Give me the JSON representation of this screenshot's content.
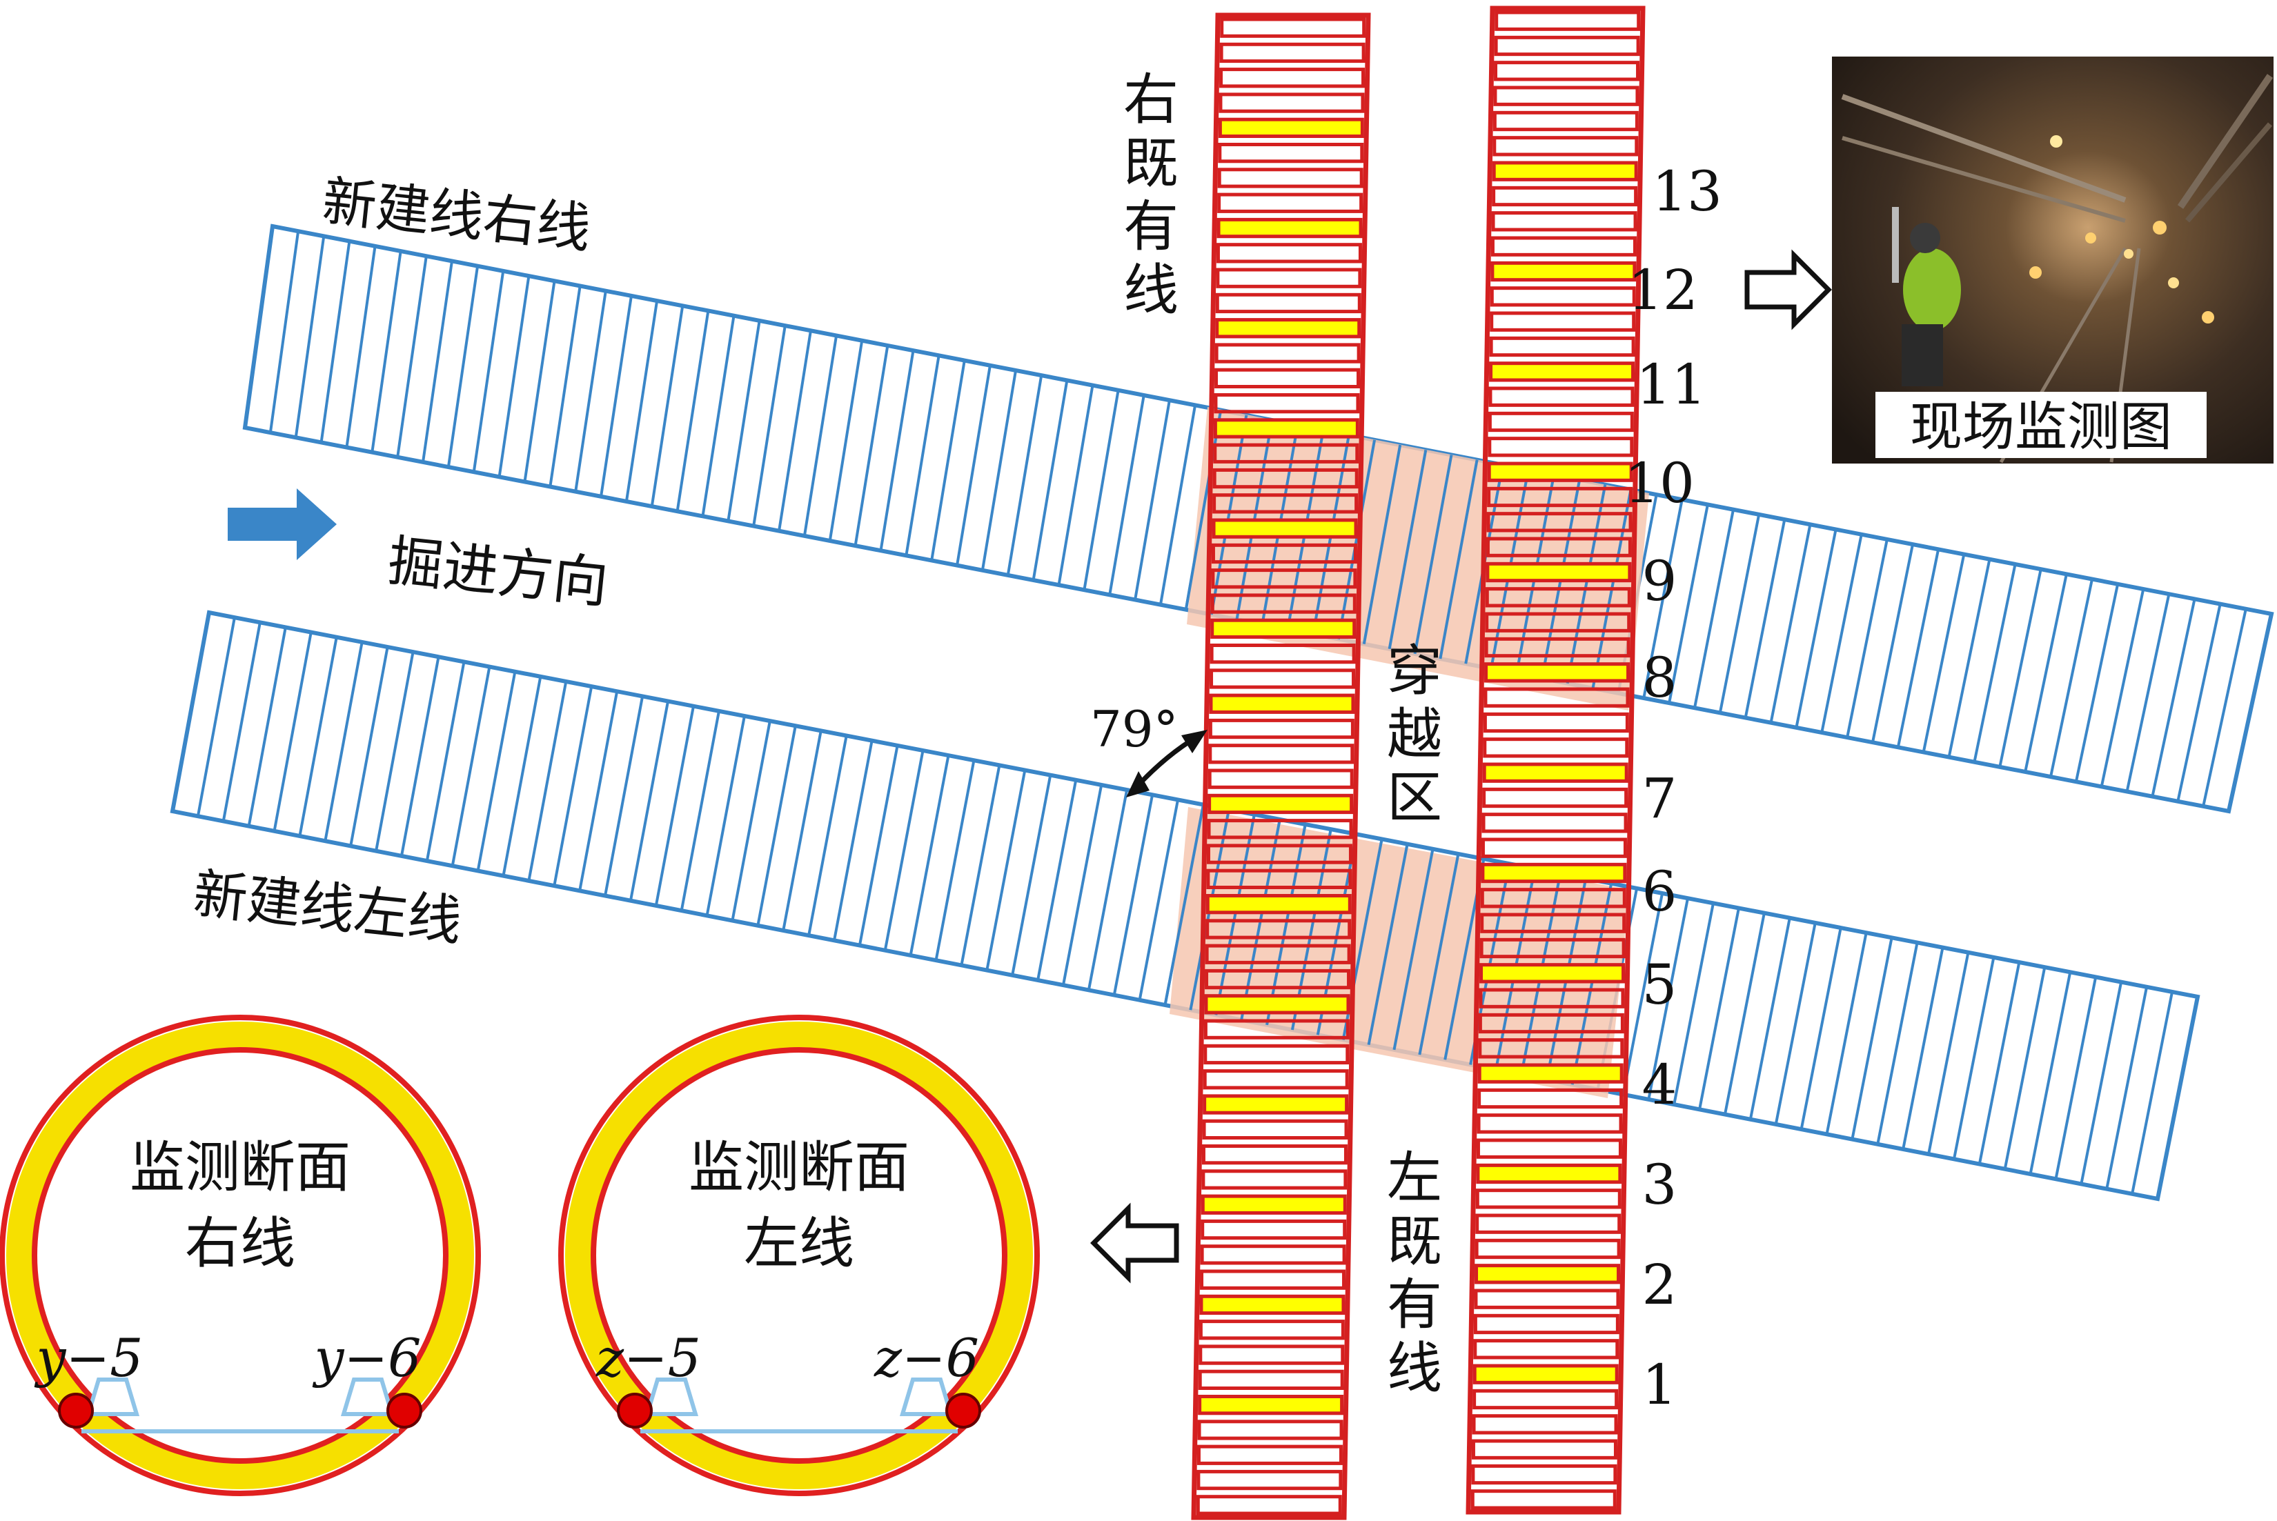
{
  "labels": {
    "new_right_line": "新建线右线",
    "new_left_line": "新建线左线",
    "excavation_direction": "掘进方向",
    "existing_right_line": "右既有线",
    "existing_left_line": "左既有线",
    "crossing_zone": "穿越区",
    "angle": "79°",
    "site_photo_caption": "现场监测图"
  },
  "section_markers": [
    "13",
    "12",
    "11",
    "10",
    "9",
    "8",
    "7",
    "6",
    "5",
    "4",
    "3",
    "2",
    "1"
  ],
  "monitoring_sections": {
    "right": {
      "title_line1": "监测断面",
      "title_line2": "右线",
      "point_left": "y−5",
      "point_right": "y−6"
    },
    "left": {
      "title_line1": "监测断面",
      "title_line2": "左线",
      "point_left": "z−5",
      "point_right": "z−6"
    }
  },
  "colors": {
    "new_line_stroke": "#3a86c8",
    "existing_line_stroke": "#d42020",
    "monitored_ring_fill": "#ffff00",
    "crossing_fill": "#f6c7b0",
    "direction_arrow": "#3a86c8",
    "ring_outer": "#e02020",
    "ring_inner": "#f6e000",
    "point_fill": "#e00000"
  }
}
